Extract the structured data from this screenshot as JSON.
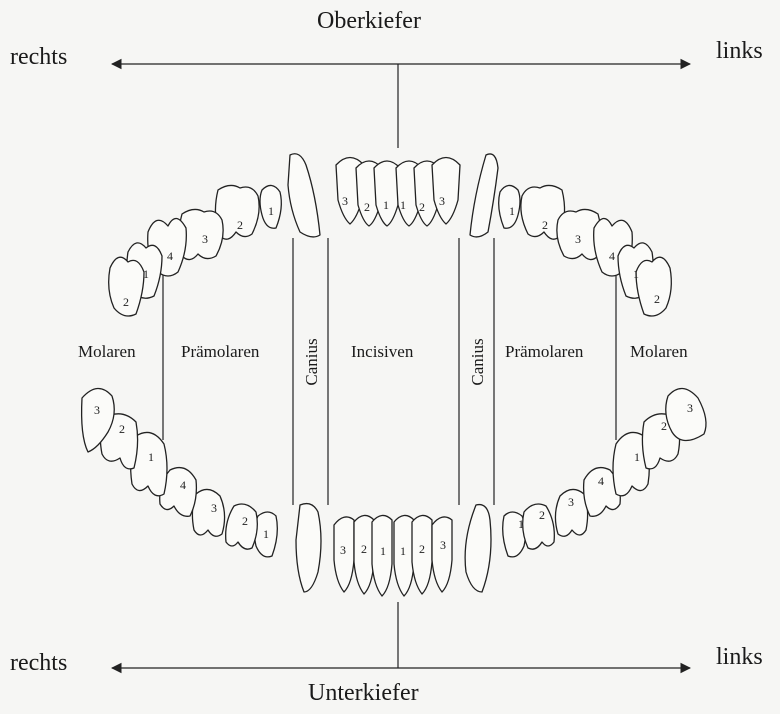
{
  "upper_jaw_label": "Oberkiefer",
  "lower_jaw_label": "Unterkiefer",
  "direction": {
    "right": "rechts",
    "left": "links"
  },
  "groups": {
    "molars": "Molaren",
    "premolars": "Prämolaren",
    "canine": "Canius",
    "incisors": "Incisiven"
  },
  "tooth_numbers": {
    "upper_incisors": [
      "3",
      "2",
      "1",
      "1",
      "2",
      "3"
    ],
    "lower_incisors": [
      "3",
      "2",
      "1",
      "1",
      "2",
      "3"
    ],
    "upper_right_side": [
      "1",
      "2",
      "3",
      "4",
      "1",
      "2"
    ],
    "upper_left_side": [
      "1",
      "2",
      "3",
      "4",
      "1",
      "2"
    ],
    "lower_right_side": [
      "1",
      "2",
      "3",
      "4",
      "1",
      "2",
      "3"
    ],
    "lower_left_side": [
      "1",
      "2",
      "3",
      "4",
      "1",
      "2",
      "3"
    ]
  }
}
